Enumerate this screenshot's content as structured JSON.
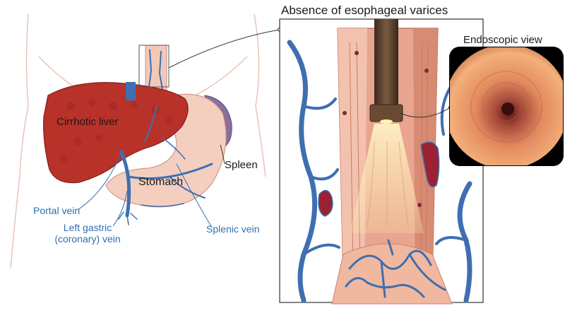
{
  "diagram": {
    "title": "Absence of esophageal varices",
    "inset_label": "Endoscopic view",
    "labels": {
      "cirrhotic_liver": "Cirrhotic liver",
      "spleen": "Spleen",
      "stomach": "Stomach",
      "portal_vein": "Portal vein",
      "left_gastric_vein": "Left gastric (coronary) vein",
      "splenic_vein": "Splenic vein"
    }
  },
  "colors": {
    "liver": "#b8322a",
    "stomach": "#f4cfc0",
    "spleen": "#8a6f9e",
    "vein": "#3f6fb0",
    "esophagus": "#e9a58f",
    "label_blue": "#2f6fb5"
  }
}
